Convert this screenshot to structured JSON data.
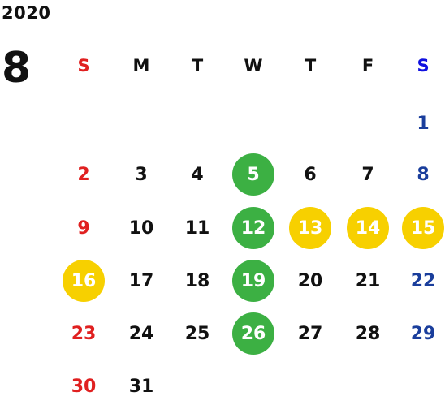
{
  "calendar": {
    "year": "2020",
    "month": "8",
    "weekdays": [
      "S",
      "M",
      "T",
      "W",
      "T",
      "F",
      "S"
    ],
    "weeks": [
      [
        "",
        "",
        "",
        "",
        "",
        "",
        "1"
      ],
      [
        "2",
        "3",
        "4",
        "5",
        "6",
        "7",
        "8"
      ],
      [
        "9",
        "10",
        "11",
        "12",
        "13",
        "14",
        "15"
      ],
      [
        "16",
        "17",
        "18",
        "19",
        "20",
        "21",
        "22"
      ],
      [
        "23",
        "24",
        "25",
        "26",
        "27",
        "28",
        "29"
      ],
      [
        "30",
        "31",
        "",
        "",
        "",
        "",
        ""
      ]
    ],
    "green_days": [
      "5",
      "12",
      "19",
      "26"
    ],
    "yellow_days": [
      "13",
      "14",
      "15",
      "16"
    ]
  },
  "colors": {
    "sunday": "#e02020",
    "saturday": "#1a3e9c",
    "saturday_header": "#1010e0",
    "weekday": "#111111",
    "green": "#3cb043",
    "yellow": "#f7d000",
    "marked_text": "#ffffff"
  }
}
